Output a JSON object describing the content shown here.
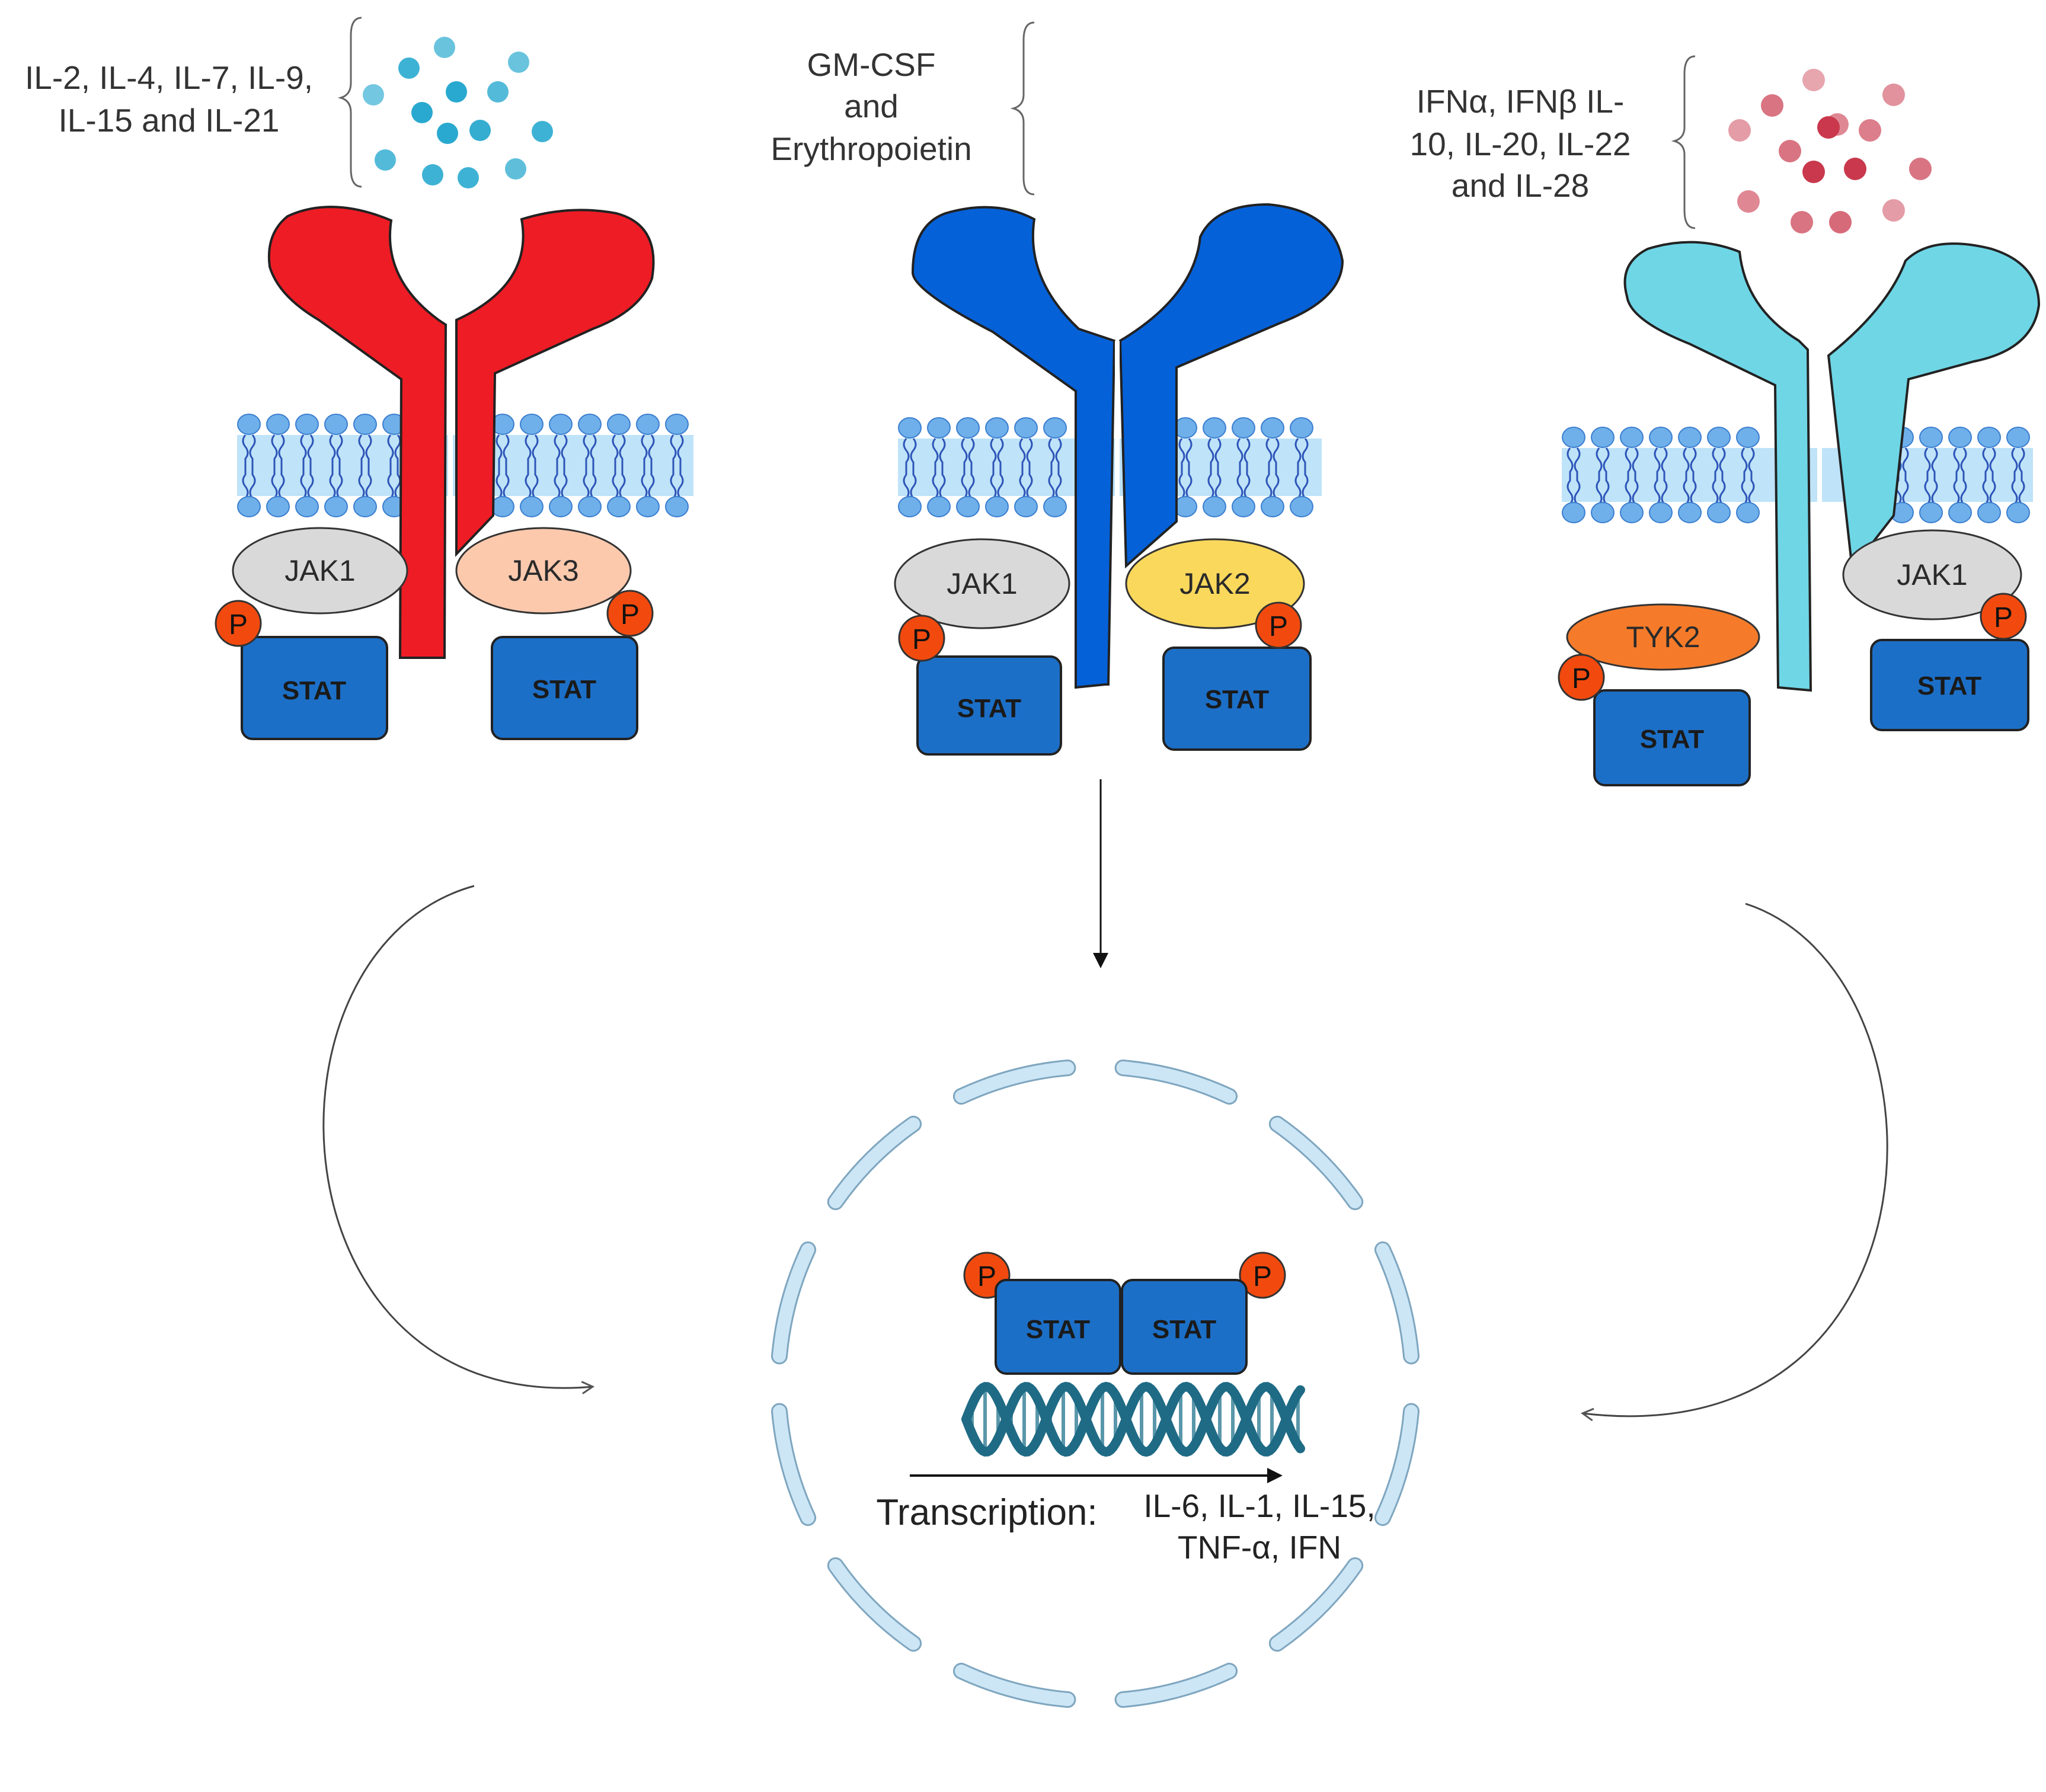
{
  "receptors": [
    {
      "ligand_lines": [
        "IL-2, IL-4, IL-7, IL-9,",
        "IL-15 and IL-21"
      ],
      "receptor_color": "#ee1c25",
      "ligand_color": "#29a9cf",
      "kinase_left": {
        "label": "JAK1",
        "color": "#d9d9d9"
      },
      "kinase_right": {
        "label": "JAK3",
        "color": "#fcc9ad"
      },
      "stat_left": "STAT",
      "stat_right": "STAT",
      "phospho": "P"
    },
    {
      "ligand_lines": [
        "GM-CSF",
        "and",
        "Erythropoietin"
      ],
      "receptor_color": "#0561d8",
      "kinase_left": {
        "label": "JAK1",
        "color": "#d9d9d9"
      },
      "kinase_right": {
        "label": "JAK2",
        "color": "#fad85c"
      },
      "stat_left": "STAT",
      "stat_right": "STAT",
      "phospho": "P"
    },
    {
      "ligand_lines": [
        "IFNα, IFNβ IL-",
        "10, IL-20, IL-22",
        "and IL-28"
      ],
      "receptor_color": "#6fd6e6",
      "ligand_color": "#c9384c",
      "kinase_left": {
        "label": "TYK2",
        "color": "#f57b2a"
      },
      "kinase_right": {
        "label": "JAK1",
        "color": "#d9d9d9"
      },
      "stat_left": "STAT",
      "stat_right": "STAT",
      "phospho": "P"
    }
  ],
  "nucleus": {
    "stat_left": "STAT",
    "stat_right": "STAT",
    "phospho": "P",
    "transcription_label": "Transcription:",
    "genes_line1": "IL-6, IL-1, IL-15,",
    "genes_line2": "TNF-α,  IFN"
  },
  "colors": {
    "stat": "#1c6fc7",
    "phospho": "#f24a0e",
    "membrane": "#bfe3f8",
    "lipid_head": "#6fb0ea",
    "nuclear_envelope": "#cce6f6",
    "dna": "#1f6b85"
  }
}
